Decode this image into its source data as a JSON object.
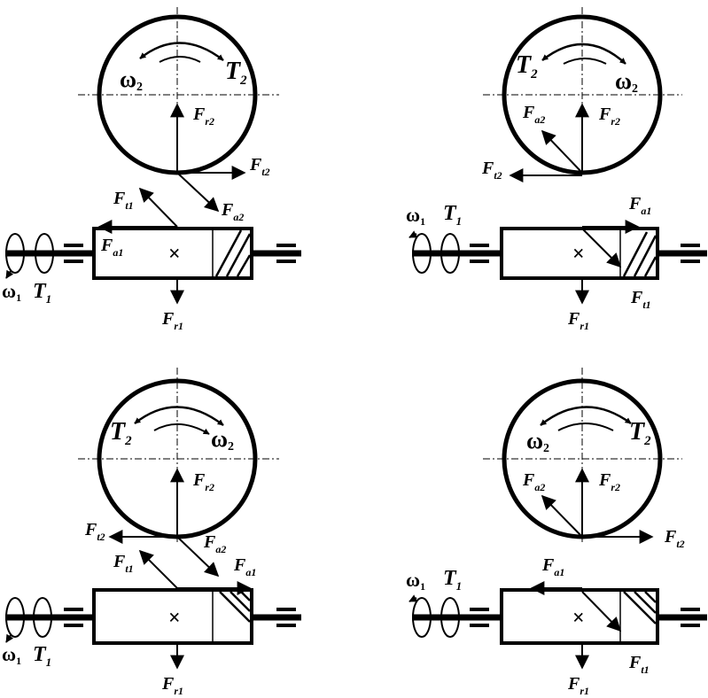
{
  "diagrams": [
    {
      "name": "top-left",
      "wheel": {
        "omega": "ω",
        "omega_sub": "2",
        "torque": "T",
        "torque_sub": "2",
        "rotation": "clockwise"
      },
      "worm": {
        "omega": "ω",
        "omega_sub": "1",
        "torque": "T",
        "torque_sub": "1",
        "hatch": "left-hand"
      },
      "forces": {
        "Fr2": {
          "main": "F",
          "sub": "r2"
        },
        "Ft2": {
          "main": "F",
          "sub": "t2"
        },
        "Fa2": {
          "main": "F",
          "sub": "a2"
        },
        "Ft1": {
          "main": "F",
          "sub": "t1"
        },
        "Fa1": {
          "main": "F",
          "sub": "a1"
        },
        "Fr1": {
          "main": "F",
          "sub": "r1"
        }
      }
    },
    {
      "name": "top-right",
      "wheel": {
        "omega": "ω",
        "omega_sub": "2",
        "torque": "T",
        "torque_sub": "2",
        "rotation": "counterclockwise"
      },
      "worm": {
        "omega": "ω",
        "omega_sub": "1",
        "torque": "T",
        "torque_sub": "1",
        "hatch": "left-hand"
      },
      "forces": {
        "Fr2": {
          "main": "F",
          "sub": "r2"
        },
        "Ft2": {
          "main": "F",
          "sub": "t2"
        },
        "Fa2": {
          "main": "F",
          "sub": "a2"
        },
        "Ft1": {
          "main": "F",
          "sub": "t1"
        },
        "Fa1": {
          "main": "F",
          "sub": "a1"
        },
        "Fr1": {
          "main": "F",
          "sub": "r1"
        }
      }
    },
    {
      "name": "bottom-left",
      "wheel": {
        "omega": "ω",
        "omega_sub": "2",
        "torque": "T",
        "torque_sub": "2",
        "rotation": "clockwise"
      },
      "worm": {
        "omega": "ω",
        "omega_sub": "1",
        "torque": "T",
        "torque_sub": "1",
        "hatch": "right-hand"
      },
      "forces": {
        "Fr2": {
          "main": "F",
          "sub": "r2"
        },
        "Ft2": {
          "main": "F",
          "sub": "t2"
        },
        "Fa2": {
          "main": "F",
          "sub": "a2"
        },
        "Ft1": {
          "main": "F",
          "sub": "t1"
        },
        "Fa1": {
          "main": "F",
          "sub": "a1"
        },
        "Fr1": {
          "main": "F",
          "sub": "r1"
        }
      }
    },
    {
      "name": "bottom-right",
      "wheel": {
        "omega": "ω",
        "omega_sub": "2",
        "torque": "T",
        "torque_sub": "2",
        "rotation": "counterclockwise"
      },
      "worm": {
        "omega": "ω",
        "omega_sub": "1",
        "torque": "T",
        "torque_sub": "1",
        "hatch": "right-hand"
      },
      "forces": {
        "Fr2": {
          "main": "F",
          "sub": "r2"
        },
        "Ft2": {
          "main": "F",
          "sub": "t2"
        },
        "Fa2": {
          "main": "F",
          "sub": "a2"
        },
        "Ft1": {
          "main": "F",
          "sub": "t1"
        },
        "Fa1": {
          "main": "F",
          "sub": "a1"
        },
        "Fr1": {
          "main": "F",
          "sub": "r1"
        }
      }
    }
  ]
}
